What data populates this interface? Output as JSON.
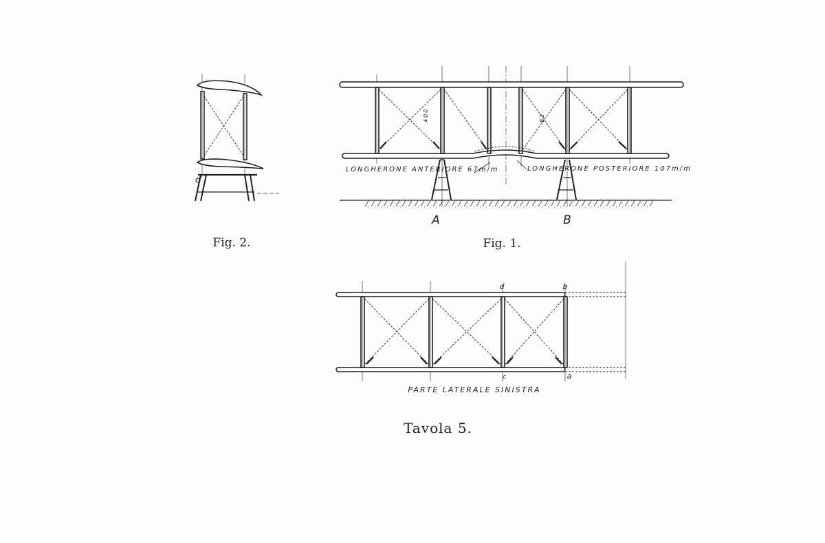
{
  "plate": {
    "title": "Tavola 5.",
    "ink_color": "#1f1f1f",
    "paper_color": "#fdfdfb"
  },
  "fig1": {
    "caption": "Fig. 1.",
    "label_front_spar": "LONGHERONE ANTERIORE 67m/m",
    "label_rear_spar": "LONGHERONE POSTERIORE 107m/m",
    "support_left": "A",
    "support_right": "B",
    "strut_mark_left": "400",
    "strut_mark_right": "82"
  },
  "fig2": {
    "caption": "Fig. 2."
  },
  "fig3": {
    "caption": "PARTE LATERALE SINISTRA",
    "corner_a": "a",
    "corner_b": "b",
    "corner_c": "c",
    "corner_d": "d"
  }
}
